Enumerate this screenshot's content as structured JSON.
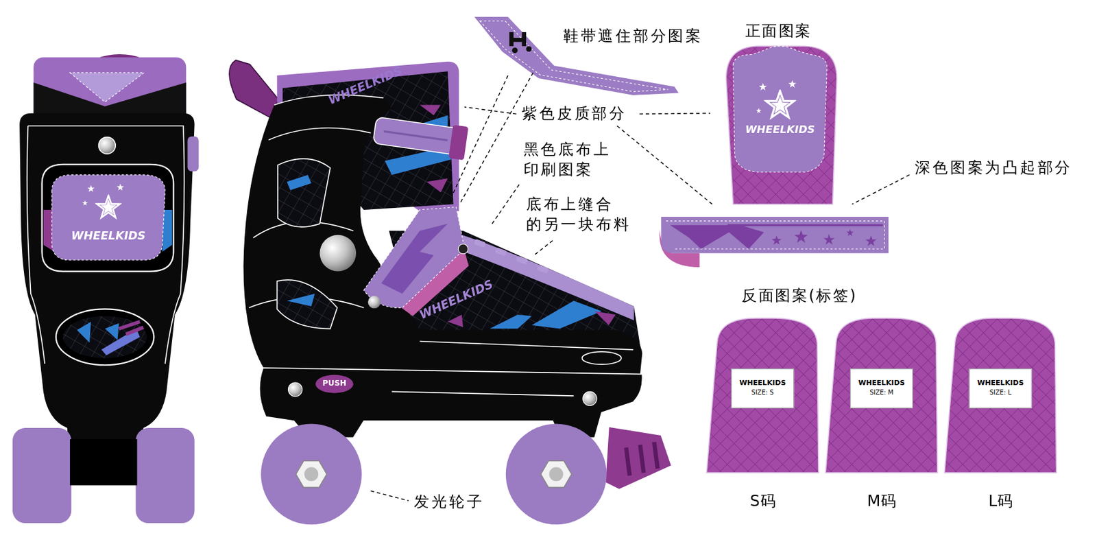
{
  "diagram": {
    "nodes": [
      {
        "text": [
          "WHEELKIDS",
          "SIZE: S"
        ]
      },
      {
        "text": [
          "WHEELKIDS",
          "SIZE: M"
        ]
      },
      {
        "text": [
          "WHEELKIDS",
          "SIZE: L"
        ]
      }
    ],
    "labels": [
      "鞋带遮住部分图案",
      "正面图案",
      "紫色皮质部分",
      "黑色底布上 印刷图案",
      "深色图案为凸起部分",
      "底布上缝合 的另一块布料",
      "反面图案(标签)",
      "发光轮子",
      "S码",
      "M码",
      "L码",
      "WHEELKIDS",
      "WHEELKIDS",
      "WHEELKIDS",
      "WHEELKIDS",
      "PUSH"
    ]
  }
}
